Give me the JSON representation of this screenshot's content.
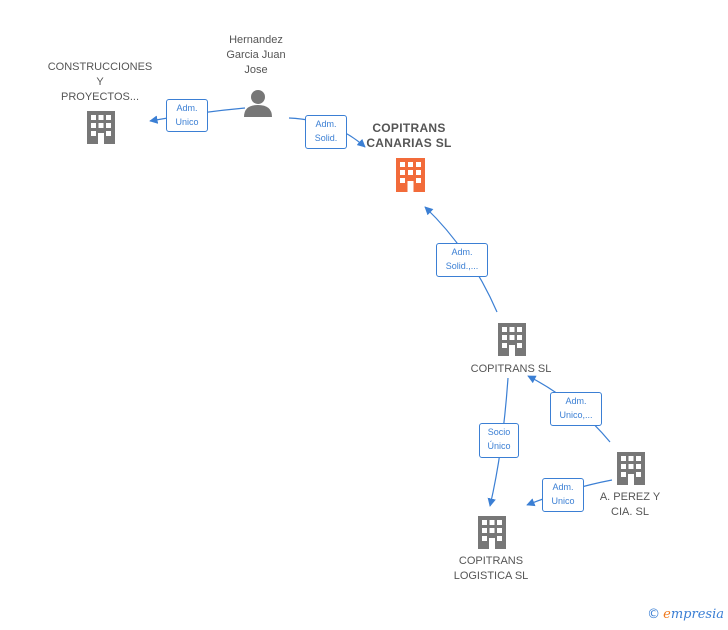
{
  "diagram": {
    "nodes": {
      "hernandez": {
        "label": "Hernandez\nGarcia Juan\nJose",
        "icon": "person-icon"
      },
      "construcciones": {
        "label": "CONSTRUCCIONES\nY\nPROYECTOS...",
        "icon": "building-icon"
      },
      "copitrans_canarias": {
        "label": "COPITRANS\nCANARIAS  SL",
        "icon": "building-icon",
        "color": "#f26b3a"
      },
      "copitrans_sl": {
        "label": "COPITRANS SL",
        "icon": "building-icon"
      },
      "perez": {
        "label": "A.  PEREZ Y\nCIA. SL",
        "icon": "building-icon"
      },
      "logistica": {
        "label": "COPITRANS\nLOGISTICA  SL",
        "icon": "building-icon"
      }
    },
    "edges": {
      "e1": {
        "label": "Adm.\nUnico"
      },
      "e2": {
        "label": "Adm.\nSolid."
      },
      "e3": {
        "label": "Adm.\nSolid.,..."
      },
      "e4": {
        "label": "Adm.\nUnico,..."
      },
      "e5": {
        "label": "Socio\nÚnico"
      },
      "e6": {
        "label": "Adm.\nUnico"
      }
    },
    "colors": {
      "node": "#777777",
      "highlight": "#f26b3a",
      "edge": "#3b7fd4"
    }
  },
  "footer": {
    "copyright": "©",
    "brand_first": "e",
    "brand_rest": "mpresia"
  }
}
